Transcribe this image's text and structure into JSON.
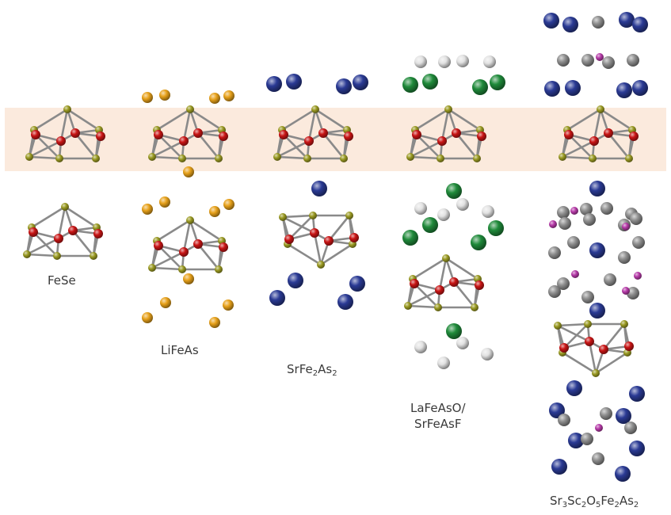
{
  "colors": {
    "band": "#fbeadd",
    "bond": "#8a8a8a",
    "fe": "#c81414",
    "as": "#9a9a22",
    "li": "#e7a11a",
    "sr": "#2a3a94",
    "la": "#1f8a3a",
    "o": "#e2e2e2",
    "sc": "#8f8f8f",
    "pnictide": "#b63aa8"
  },
  "compounds": [
    {
      "id": "fese",
      "parts": [
        {
          "t": "FeSe"
        }
      ]
    },
    {
      "id": "lifeas",
      "parts": [
        {
          "t": "LiFeAs"
        }
      ]
    },
    {
      "id": "srfe2as2",
      "parts": [
        {
          "t": "SrFe"
        },
        {
          "t": "2",
          "sub": true
        },
        {
          "t": "As"
        },
        {
          "t": "2",
          "sub": true
        }
      ]
    },
    {
      "id": "lafeaso",
      "parts": [
        {
          "t": "LaFeAsO/"
        },
        {
          "t": "\n"
        },
        {
          "t": "SrFeAsF"
        }
      ]
    },
    {
      "id": "sr3sc2o5fe2as2",
      "parts": [
        {
          "t": "Sr"
        },
        {
          "t": "3",
          "sub": true
        },
        {
          "t": "Sc"
        },
        {
          "t": "2",
          "sub": true
        },
        {
          "t": "O"
        },
        {
          "t": "5",
          "sub": true
        },
        {
          "t": "Fe"
        },
        {
          "t": "2",
          "sub": true
        },
        {
          "t": "As"
        },
        {
          "t": "2",
          "sub": true
        }
      ]
    }
  ]
}
